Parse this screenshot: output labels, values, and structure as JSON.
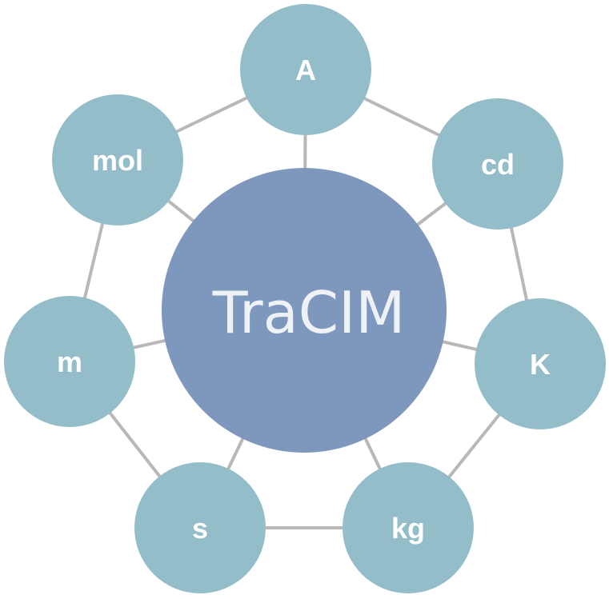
{
  "center": {
    "label": "TraCIM",
    "fill": "#7e97bd",
    "text_color": "#eef1f6"
  },
  "units": [
    {
      "id": "A",
      "label": "A"
    },
    {
      "id": "cd",
      "label": "cd"
    },
    {
      "id": "K",
      "label": "K"
    },
    {
      "id": "kg",
      "label": "kg"
    },
    {
      "id": "s",
      "label": "s"
    },
    {
      "id": "m",
      "label": "m"
    },
    {
      "id": "mol",
      "label": "mol"
    }
  ],
  "colors": {
    "unit_fill": "#93bdc9",
    "unit_text": "#ffffff",
    "connector": "#b8b8b8"
  }
}
